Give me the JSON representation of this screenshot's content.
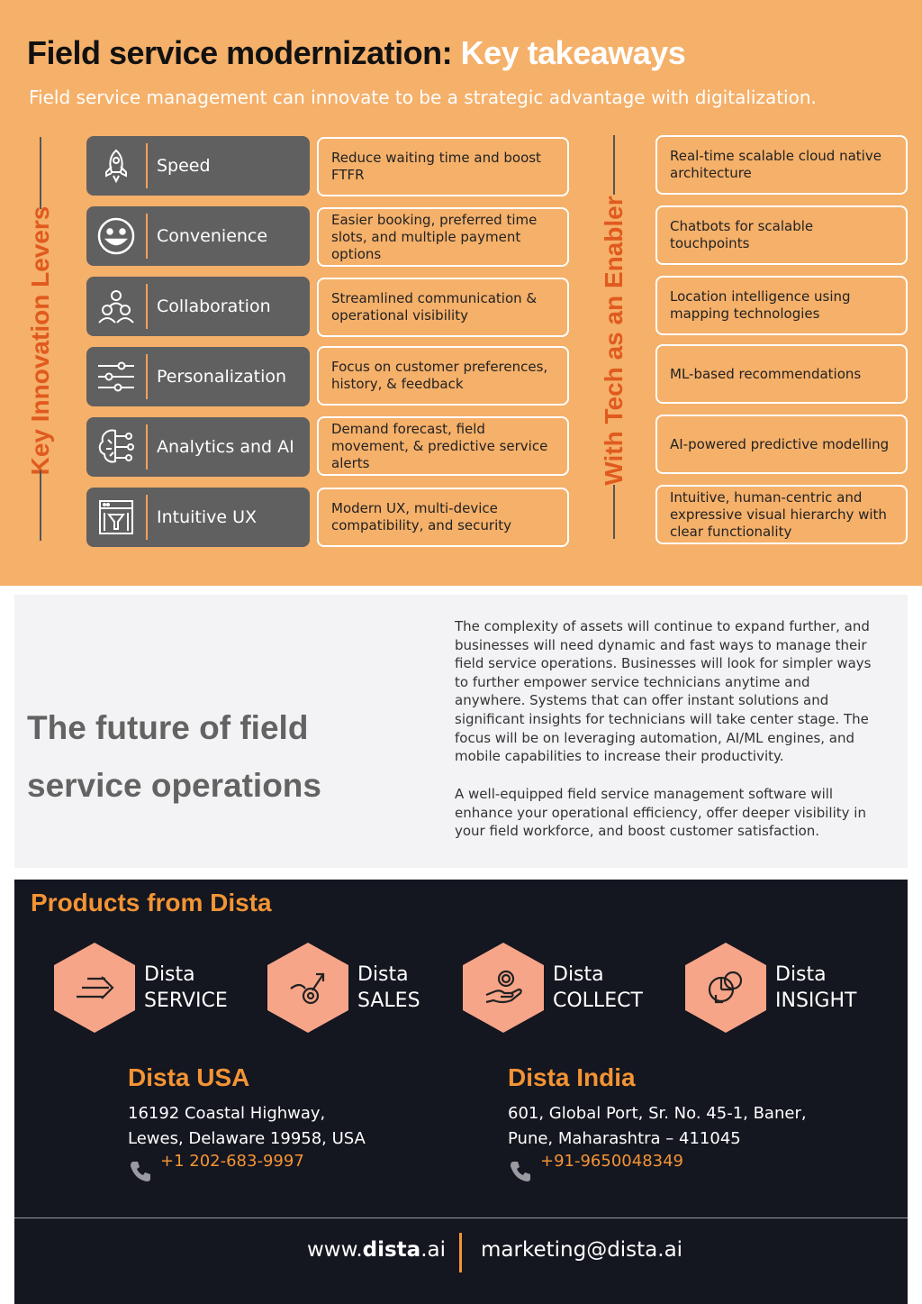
{
  "header": {
    "title_main": "Field service modernization: ",
    "title_accent": "Key takeaways",
    "subtitle": "Field service management can innovate to be a strategic advantage with digitalization."
  },
  "levers_label": "Key Innovation Levers",
  "enabler_label": "With Tech as an Enabler",
  "levers": [
    {
      "icon": "rocket-icon",
      "label": "Speed",
      "benefit": "Reduce waiting time and boost FTFR",
      "tech": "Real-time scalable cloud native architecture"
    },
    {
      "icon": "smiley-icon",
      "label": "Convenience",
      "benefit": "Easier booking, preferred time slots, and multiple payment options",
      "tech": "Chatbots for scalable touchpoints"
    },
    {
      "icon": "people-icon",
      "label": "Collaboration",
      "benefit": "Streamlined communication & operational visibility",
      "tech": "Location intelligence using mapping technologies"
    },
    {
      "icon": "sliders-icon",
      "label": "Personalization",
      "benefit": "Focus on customer preferences, history, & feedback",
      "tech": "ML-based recommendations"
    },
    {
      "icon": "brain-circuit-icon",
      "label": "Analytics and AI",
      "benefit": "Demand forecast, field movement, & predictive service alerts",
      "tech": "AI-powered predictive modelling"
    },
    {
      "icon": "ux-window-icon",
      "label": "Intuitive UX",
      "benefit": "Modern UX, multi-device compatibility, and security",
      "tech": "Intuitive, human-centric and expressive visual hierarchy with clear functionality"
    }
  ],
  "future": {
    "heading": "The future of field service operations",
    "paragraph1": "The complexity of assets will continue to expand further, and businesses will need dynamic and fast ways to manage their field service operations. Businesses will look for simpler ways to further empower service technicians anytime and anywhere. Systems that can offer instant solutions and significant insights for technicians will take center stage. The focus will be on leveraging automation, AI/ML engines, and mobile capabilities to increase their productivity.",
    "paragraph2": "A well-equipped field service management software will enhance your operational efficiency, offer deeper visibility in your field workforce, and boost customer satisfaction."
  },
  "products": {
    "heading": "Products from Dista",
    "items": [
      {
        "icon": "arrows-right-icon",
        "brand": "Dista",
        "name": "SERVICE"
      },
      {
        "icon": "target-arrow-icon",
        "brand": "Dista",
        "name": "SALES"
      },
      {
        "icon": "hand-coin-icon",
        "brand": "Dista",
        "name": "COLLECT"
      },
      {
        "icon": "pie-insight-icon",
        "brand": "Dista",
        "name": "INSIGHT"
      }
    ]
  },
  "offices": [
    {
      "name": "Dista USA",
      "line1": "16192 Coastal Highway,",
      "line2": "Lewes, Delaware 19958, USA",
      "phone": "+1 202-683-9997"
    },
    {
      "name": "Dista India",
      "line1": "601, Global Port, Sr. No. 45-1, Baner,",
      "line2": "Pune, Maharashtra – 411045",
      "phone": "+91-9650048349"
    }
  ],
  "footer": {
    "web_prefix": "www.",
    "web_brand": "dista",
    "web_suffix": ".ai",
    "email": "marketing@dista.ai"
  },
  "colors": {
    "orange_bg": "#f5b06a",
    "accent_orange": "#f39434",
    "dark_bg": "#141620",
    "hex_fill": "#f7a589"
  }
}
